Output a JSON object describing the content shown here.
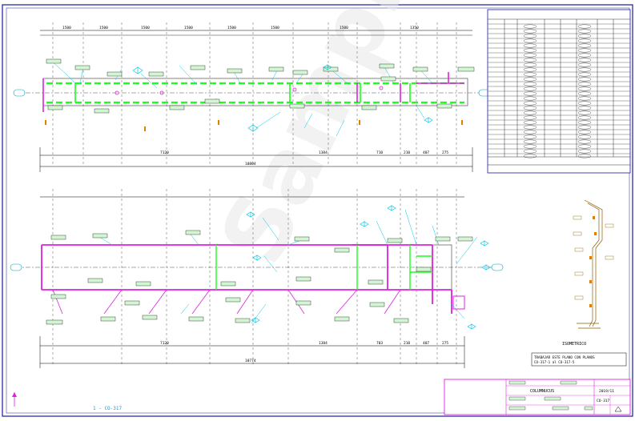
{
  "title_block": {
    "project": "COLUMNUCUS",
    "date": "2019/11",
    "code": "CO-317"
  },
  "sheet_label": "1 - CO-317",
  "isometric_label": "ISOMETRICO",
  "note_line1": "TRABAJAR ESTE PLANO CON PLANOS",
  "note_line2": "CO-317-1 al CO-317-5",
  "watermark": "Sample",
  "top_plan": {
    "dims_top": [
      "1500",
      "1500",
      "1500",
      "1500",
      "1500",
      "1500",
      "1500",
      "1350"
    ],
    "dims_bottom": [
      "7120",
      "1384",
      "710",
      "210",
      "407",
      "275"
    ],
    "overall": "10804"
  },
  "bottom_plan": {
    "dims_bottom": [
      "7120",
      "1384",
      "703",
      "210",
      "407",
      "275"
    ],
    "overall": "10774"
  },
  "colors": {
    "border": "#1a1aa0",
    "dim_line": "#000000",
    "pipe_green": "#1aff1a",
    "pipe_magenta": "#e020e0",
    "callout": "#00c8e0",
    "label_fill": "#d4f5d4",
    "orange": "#e08000"
  }
}
